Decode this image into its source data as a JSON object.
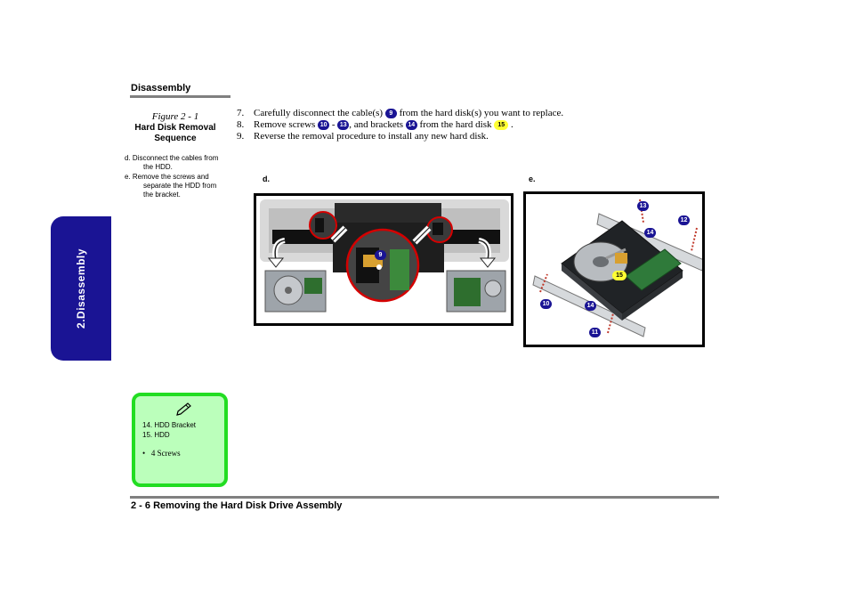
{
  "header": {
    "section": "Disassembly"
  },
  "side_tab": {
    "label": "2.Disassembly"
  },
  "figure": {
    "number": "Figure 2 - 1",
    "title": "Hard Disk Removal Sequence",
    "notes": [
      "d. Disconnect the cables from the HDD.",
      "e. Remove the screws and separate the HDD from the bracket."
    ]
  },
  "steps": [
    {
      "num": "7.",
      "parts": [
        "Carefully disconnect the cable(s) ",
        "9",
        " from the hard disk(s) you want to replace."
      ]
    },
    {
      "num": "8.",
      "parts": [
        "Remove screws ",
        "10",
        " - ",
        "13",
        ", and brackets ",
        "14",
        " from the hard disk ",
        "15",
        " ."
      ]
    },
    {
      "num": "9.",
      "parts": [
        "Reverse the removal procedure to install any new hard disk."
      ]
    }
  ],
  "photos": {
    "d": {
      "label": "d.",
      "callouts": [
        "9"
      ]
    },
    "e": {
      "label": "e.",
      "callouts": [
        "13",
        "12",
        "14",
        "15",
        "10",
        "14",
        "11"
      ]
    }
  },
  "note_box": {
    "items": [
      "14. HDD Bracket",
      "15. HDD"
    ],
    "bullet": "4 Screws"
  },
  "footer": {
    "text": "2 - 6 Removing the Hard Disk Drive Assembly"
  },
  "colors": {
    "tab_blue": "#1a1494",
    "note_green": "#22dd22",
    "note_fill": "#bbffbb",
    "rule_gray": "#808080",
    "callout_yellow": "#ffff33"
  }
}
